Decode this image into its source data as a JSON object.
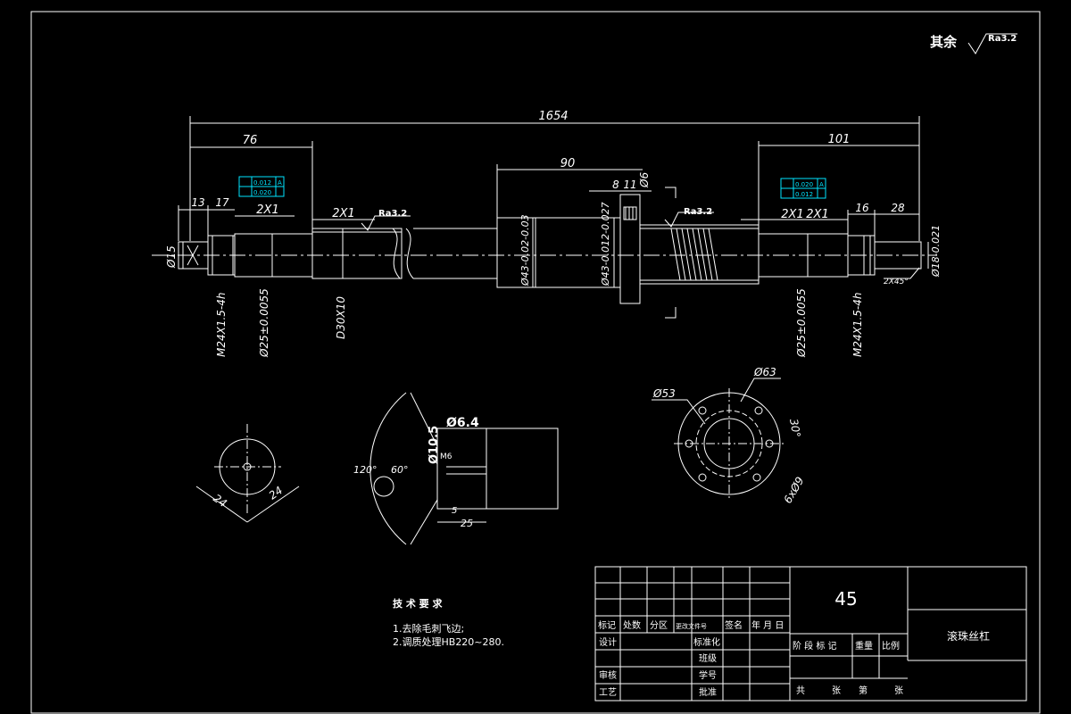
{
  "roughness": {
    "prefix": "其余",
    "value": "Ra3.2"
  },
  "dims": {
    "overall": "1654",
    "left_section": "76",
    "right_section": "101",
    "nut_length": "90",
    "d13": "13",
    "d17": "17",
    "chamfer_a": "2X1",
    "chamfer_b": "2X1",
    "chamfer_c": "2X1",
    "chamfer_d": "2X1",
    "d16": "16",
    "d28": "28",
    "d8": "8",
    "d11": "11",
    "phi6": "Ø6",
    "ra_mid": "Ra3.2",
    "ra_right": "Ra3.2",
    "phi15": "Ø15",
    "m24_left": "M24X1.5-4h",
    "phi25_left": "Ø25±0.0055",
    "d30": "D30X10",
    "phi43": "Ø43-0.02-0.03",
    "phi43b": "Ø43-0.012-0.027",
    "phi25_right": "Ø25±0.0055",
    "m24_right": "M24X1.5-4h",
    "phi18": "Ø18-0.021",
    "chamfer45": "2X45°",
    "tol_left_1": "0.012",
    "tol_left_2": "0.020",
    "tol_right_1": "0.020",
    "tol_right_2": "0.012",
    "datum": "A"
  },
  "sections": {
    "key_w1": "24",
    "key_w2": "24",
    "phi64": "Ø6.4",
    "phi105": "Ø10.5",
    "angle120": "120°",
    "angle60": "60°",
    "m6": "M6",
    "len25": "25",
    "len5": "5",
    "phi53": "Ø53",
    "phi63": "Ø63",
    "angle30": "30°",
    "holes": "6xØ9"
  },
  "notes": {
    "title": "技 术 要 求",
    "items": [
      "1.去除毛刺飞边;",
      "2.调质处理HB220~280."
    ]
  },
  "title_block": {
    "material": "45",
    "part_name": "滚珠丝杠",
    "row_headers": [
      "标记",
      "处数",
      "分区",
      "更改文件号",
      "签名",
      "年 月 日"
    ],
    "design": "设计",
    "standard": "标准化",
    "class": "班级",
    "review": "审核",
    "student_no": "学号",
    "process": "工艺",
    "approve": "批准",
    "stage_cols": [
      "阶 段 标 记",
      "重量",
      "比例"
    ],
    "sheet_total": "共",
    "sheet_unit": "张",
    "sheet_no": "第",
    "sheet_unit2": "张"
  }
}
